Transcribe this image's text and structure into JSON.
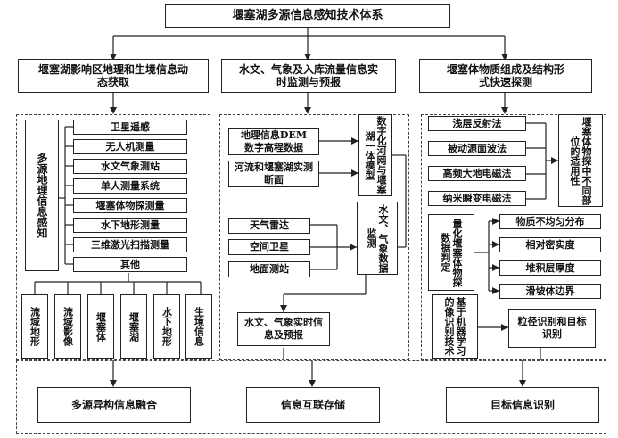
{
  "title": "堰塞湖多源信息感知技术体系",
  "columns": {
    "left": {
      "header": "堰塞湖影响区地理和生境信息动态获取",
      "source_label": "多源地理信息感知",
      "methods": [
        "卫星遥感",
        "无人机测量",
        "水文气象测站",
        "单人测量系统",
        "堰塞体物探测量",
        "水下地形测量",
        "三维激光扫描测量",
        "其他"
      ],
      "outputs": [
        "流域地形",
        "流域影像",
        "堰塞体",
        "堰塞湖",
        "水下地形",
        "生境信息"
      ]
    },
    "middle": {
      "header": "水文、气象及入库流量信息实时监测与预报",
      "dem_line1": "地理信息DEM",
      "dem_line2": "数字高程数据",
      "river_sections": "河流和堰塞湖实测断面",
      "digital_model": "数字化河网与堰塞湖一体模型",
      "sources": [
        "天气雷达",
        "空间卫星",
        "地面测站"
      ],
      "monitoring": "水文、气象数据监测",
      "forecast": "水文、气象实时信息及预报"
    },
    "right": {
      "header": "堰塞体物质组成及结构形式快速探测",
      "methods": [
        "浅层反射法",
        "被动源面波法",
        "高频大地电磁法",
        "纳米瞬变电磁法"
      ],
      "applicability": "堰塞体物探中不同部位的适用性",
      "quantification": "量化堰塞体物探数据判定",
      "properties": [
        "物质不均匀分布",
        "相对密实度",
        "堆积层厚度",
        "滑坡体边界"
      ],
      "ml_label": "基于机器学习的像识别技术",
      "recognition": "粒径识别和目标识别"
    }
  },
  "bottom": [
    "多源异构信息融合",
    "信息互联存储",
    "目标信息识别"
  ]
}
